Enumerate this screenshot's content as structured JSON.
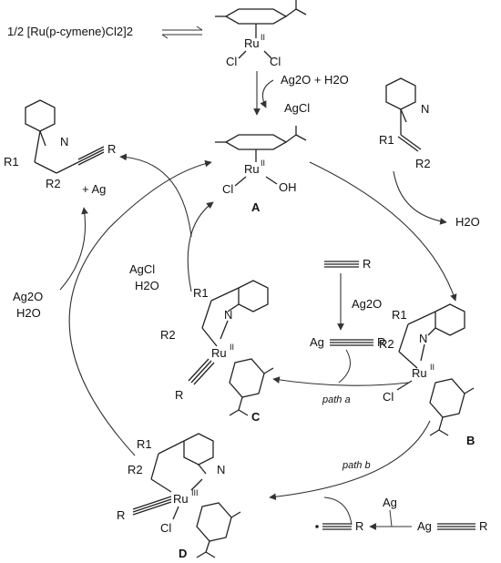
{
  "scheme": {
    "precursor": "1/2 [Ru(p-cymene)Cl2]2",
    "ru2": "Ru",
    "ru2_ox": "II",
    "ru3_ox": "III",
    "cl": "Cl",
    "oh": "OH",
    "reagent_ag2o_h2o": "Ag2O + H2O",
    "byproduct_agcl": "AgCl",
    "water": "H2O",
    "agcl_h2o_line1": "AgCl",
    "agcl_h2o_line2": "H2O",
    "ag2o_h2o_line1": "Ag2O",
    "ag2o_h2o_line2": "H2O",
    "ag2o": "Ag2O",
    "plus_ag": "+ Ag",
    "ag": "Ag",
    "R": "R",
    "R1": "R1",
    "R2": "R2",
    "N": "N",
    "label_A": "A",
    "label_B": "B",
    "label_C": "C",
    "label_D": "D",
    "path_a": "path a",
    "path_b": "path b"
  }
}
